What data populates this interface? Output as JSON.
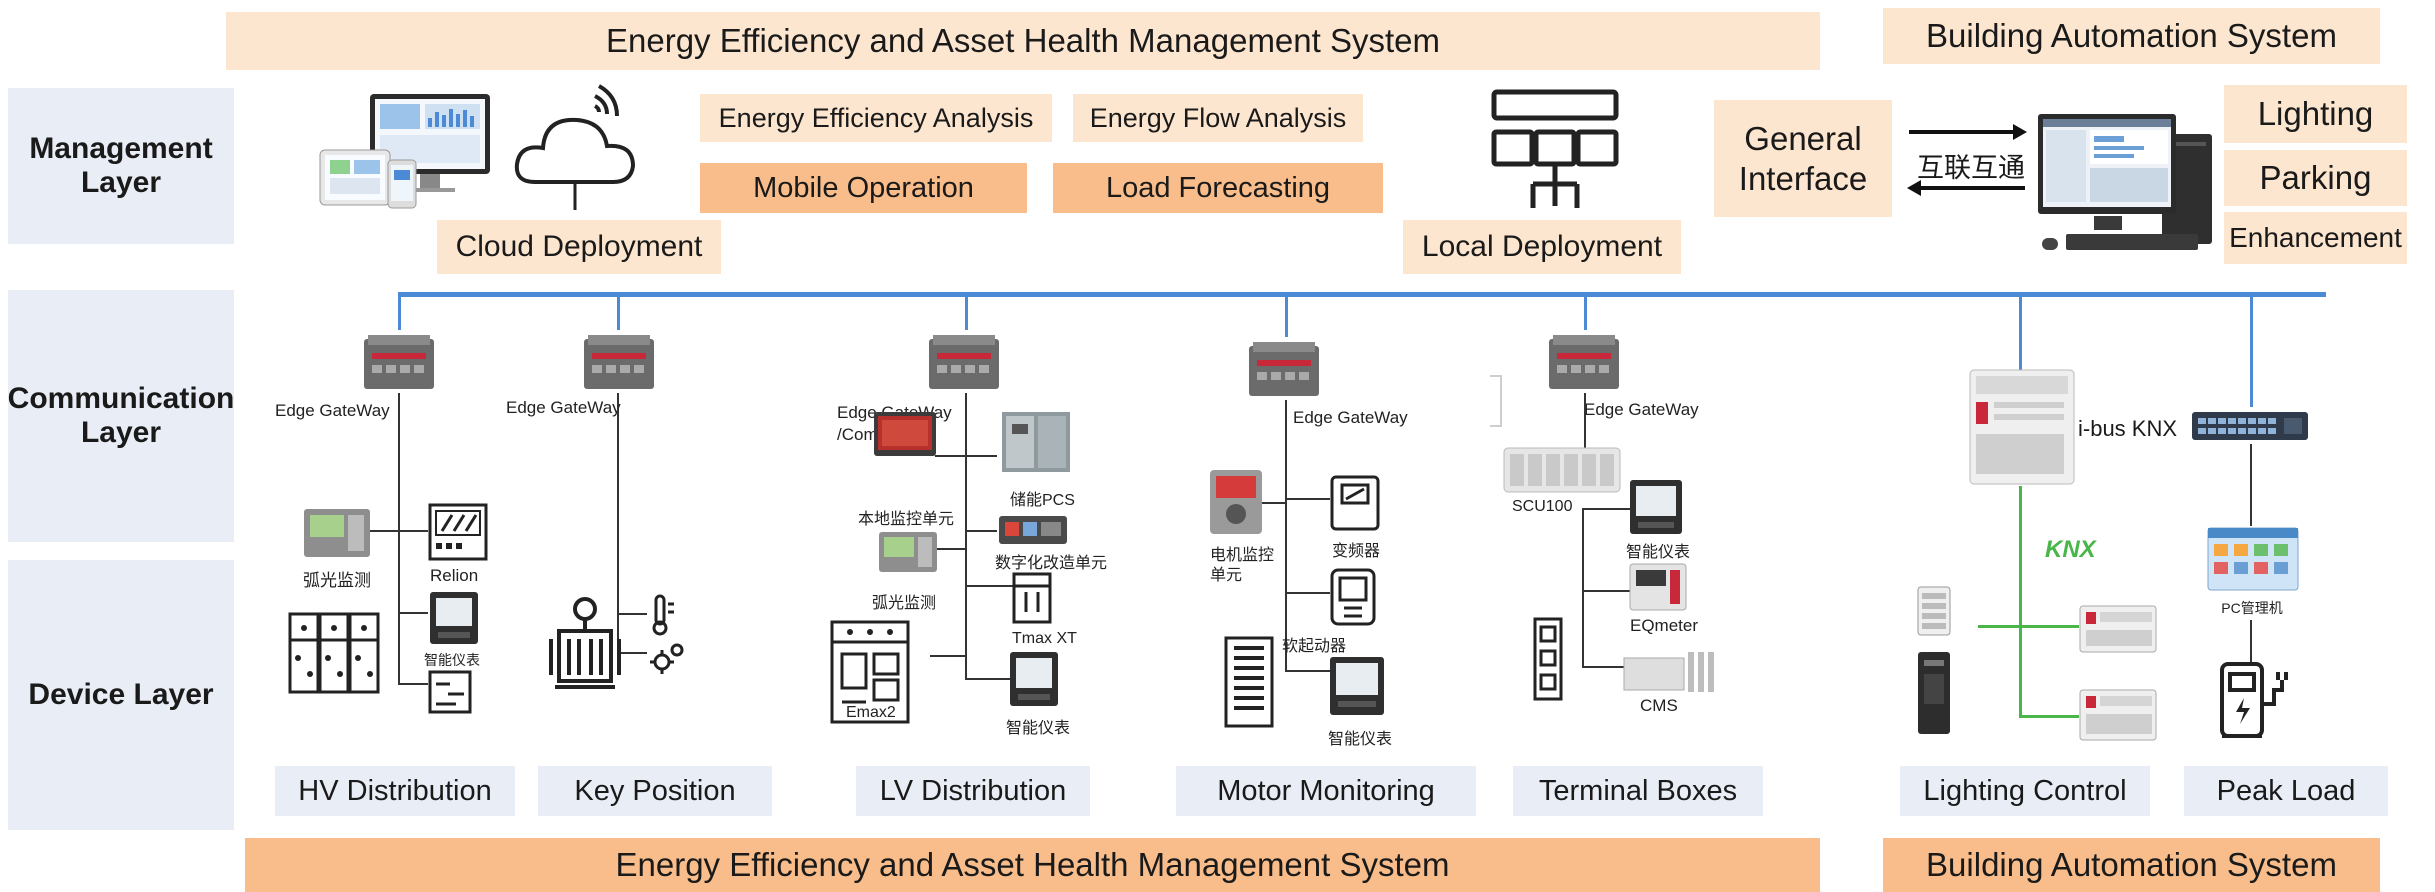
{
  "banners": {
    "top_left": "Energy Efficiency and Asset Health Management System",
    "top_right": "Building Automation System",
    "bottom_left": "Energy Efficiency and Asset Health Management System",
    "bottom_right": "Building Automation System"
  },
  "layers": {
    "management": "Management Layer",
    "communication": "Communication Layer",
    "device": "Device Layer"
  },
  "management": {
    "cloud_deployment": "Cloud Deployment",
    "energy_efficiency_analysis": "Energy Efficiency Analysis",
    "energy_flow_analysis": "Energy Flow Analysis",
    "mobile_operation": "Mobile Operation",
    "load_forecasting": "Load Forecasting",
    "local_deployment": "Local Deployment",
    "general_interface": "General Interface",
    "interconnect": "互联互通",
    "lighting": "Lighting",
    "parking": "Parking",
    "enhancement": "Enhancement"
  },
  "devices": {
    "edge_gateway": "Edge GateWay",
    "edge_gateway_comhub": "Edge GateWay /ComHub",
    "arc_monitor": "弧光监测",
    "relion": "Relion",
    "smart_meter": "智能仪表",
    "storage_pcs": "储能PCS",
    "local_monitor_unit": "本地监控单元",
    "digital_retrofit_unit": "数字化改造单元",
    "tmax_xt": "Tmax XT",
    "emax2": "Emax2",
    "motor_monitor_unit": "电机监控 单元",
    "vfd": "变频器",
    "soft_starter": "软起动器",
    "scu100": "SCU100",
    "eqmeter": "EQmeter",
    "cms": "CMS",
    "ibus_knx": "i-bus KNX",
    "knx_logo": "KNX",
    "pc_manager": "PC管理机"
  },
  "categories": {
    "hv_distribution": "HV Distribution",
    "key_position": "Key Position",
    "lv_distribution": "LV Distribution",
    "motor_monitoring": "Motor Monitoring",
    "terminal_boxes": "Terminal Boxes",
    "lighting_control": "Lighting Control",
    "peak_load": "Peak Load"
  },
  "colors": {
    "banner_light": "#fde6cf",
    "banner_strong": "#f8bd8a",
    "layer_bg": "#e9edf6",
    "bus_line": "#4d8ad6",
    "knx_line": "#49b649"
  }
}
